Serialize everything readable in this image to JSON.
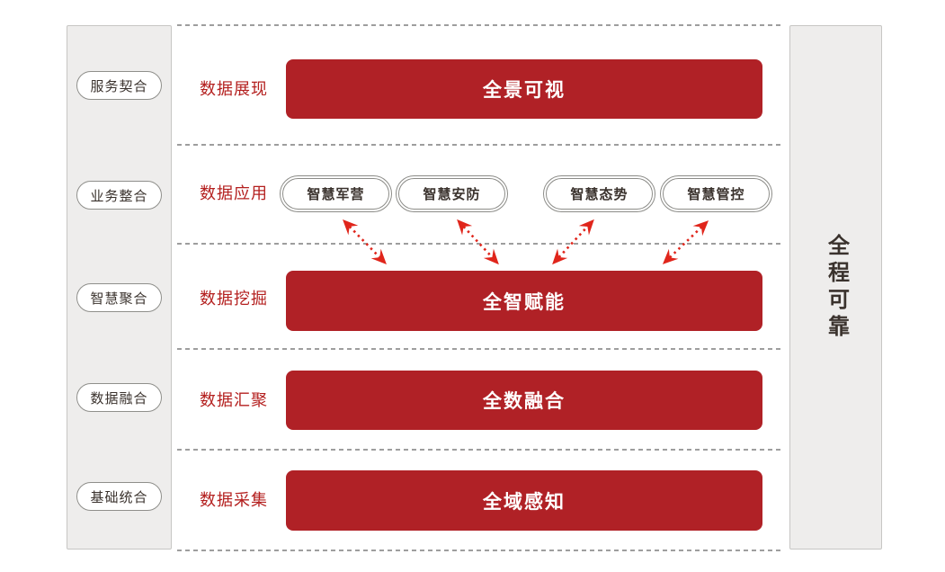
{
  "left_panel": {
    "pills": [
      "服务契合",
      "业务整合",
      "智慧聚合",
      "数据融合",
      "基础统合"
    ]
  },
  "layers": [
    {
      "label": "数据展现",
      "bar": "全景可视"
    },
    {
      "label": "数据应用",
      "apps": [
        "智慧军营",
        "智慧安防",
        "智慧态势",
        "智慧管控"
      ]
    },
    {
      "label": "数据挖掘",
      "bar": "全智赋能"
    },
    {
      "label": "数据汇聚",
      "bar": "全数融合"
    },
    {
      "label": "数据采集",
      "bar": "全域感知"
    }
  ],
  "right_panel": {
    "label": "全程可靠"
  },
  "colors": {
    "bar_red": "#b02126",
    "label_red": "#b4201f",
    "arrow_red": "#e0251b",
    "panel_bg": "#eeedec",
    "panel_border": "#c7c6c4",
    "pill_border": "#8c8c88",
    "dash_gray": "#9e9e9e",
    "text_dark": "#3a322d"
  }
}
